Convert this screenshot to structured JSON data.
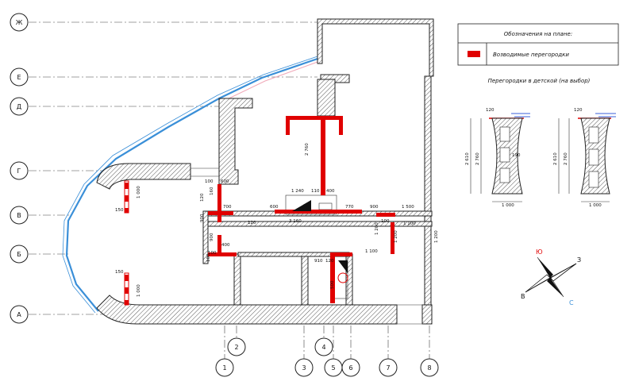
{
  "legend": {
    "title": "Обозначения на плане:",
    "items": [
      {
        "label": "Возводимые перегородки",
        "color": "#e00000"
      }
    ]
  },
  "detail_title": "Перегородки в детской (на выбор)",
  "axes_rows": [
    "Ж",
    "Е",
    "Д",
    "Г",
    "В",
    "Б",
    "А"
  ],
  "axes_cols": [
    "1",
    "2",
    "3",
    "4",
    "5",
    "6",
    "7",
    "8"
  ],
  "dims": {
    "d2760": "2 760",
    "d1240": "1 240",
    "d110a": "110",
    "d400a": "400",
    "d600": "600",
    "d770": "770",
    "d900a": "900",
    "d1500": "1 500",
    "d1100a": "1 100",
    "d1200a": "1 200",
    "d900b": "900",
    "d400b": "400",
    "d100a": "100",
    "d700": "700",
    "d3160": "3 160",
    "d150a": "150",
    "d1000a": "1 000",
    "d150b": "150",
    "d1000b": "1 000",
    "d600b": "600",
    "d1200b": "1 200",
    "d910": "910",
    "d120": "120",
    "d1100b": "1 100",
    "d100b": "100",
    "d120b": "120",
    "d500": "500",
    "d160": "160",
    "d100c": "100",
    "d120c": "120",
    "d900c": "900",
    "d100d": "100",
    "d1200c": "1 200"
  },
  "detail_dims": {
    "a2610": "2 610",
    "a2760": "2 760",
    "a1000": "1 000",
    "a190": "190",
    "a120": "120",
    "b2610": "2 610",
    "b2760": "2 760",
    "b1000": "1 000",
    "b120": "120"
  },
  "compass": {
    "north": "Ю",
    "east": "З",
    "south": "С",
    "west": "В"
  }
}
